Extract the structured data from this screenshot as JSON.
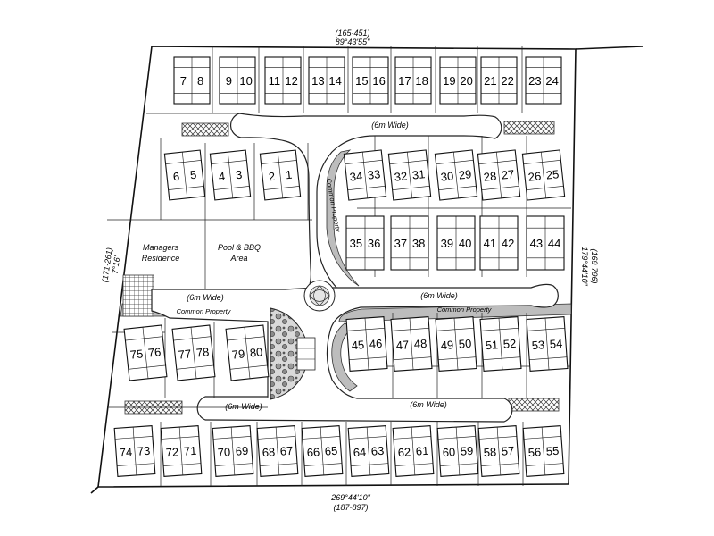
{
  "bearings": {
    "top": "89°43'55\"",
    "top_distance": "(165·451)",
    "bottom": "269°44'10\"",
    "bottom_distance": "(187·897)",
    "left": "7°16'",
    "left_distance": "(171·261)",
    "right": "179°44'10\"",
    "right_distance": "(169·796)"
  },
  "road_labels": {
    "upper": "(6m Wide)",
    "mid_left": "(6m Wide)",
    "mid_right": "(6m Wide)",
    "lower_left": "(6m Wide)",
    "lower_right": "(6m Wide)"
  },
  "areas": {
    "managers_line1": "Managers",
    "managers_line2": "Residence",
    "pool_line1": "Pool & BBQ",
    "pool_line2": "Area",
    "common_property_left": "Common Property",
    "common_property_right": "Common Property",
    "common_property_vertical": "Common Property"
  },
  "units": {
    "top_row": [
      [
        "7",
        "8"
      ],
      [
        "9",
        "10"
      ],
      [
        "11",
        "12"
      ],
      [
        "13",
        "14"
      ],
      [
        "15",
        "16"
      ],
      [
        "17",
        "18"
      ],
      [
        "19",
        "20"
      ],
      [
        "21",
        "22"
      ],
      [
        "23",
        "24"
      ]
    ],
    "upper_left": [
      [
        "6",
        "5"
      ],
      [
        "4",
        "3"
      ],
      [
        "2",
        "1"
      ]
    ],
    "upper_mid_a": [
      [
        "34",
        "33"
      ],
      [
        "32",
        "31"
      ],
      [
        "30",
        "29"
      ],
      [
        "28",
        "27"
      ],
      [
        "26",
        "25"
      ]
    ],
    "upper_mid_b": [
      [
        "35",
        "36"
      ],
      [
        "37",
        "38"
      ],
      [
        "39",
        "40"
      ],
      [
        "41",
        "42"
      ],
      [
        "43",
        "44"
      ]
    ],
    "lower_mid": [
      [
        "45",
        "46"
      ],
      [
        "47",
        "48"
      ],
      [
        "49",
        "50"
      ],
      [
        "51",
        "52"
      ],
      [
        "53",
        "54"
      ]
    ],
    "lower_left": [
      [
        "75",
        "76"
      ],
      [
        "77",
        "78"
      ],
      [
        "79",
        "80"
      ]
    ],
    "bottom_row": [
      [
        "74",
        "73"
      ],
      [
        "72",
        "71"
      ],
      [
        "70",
        "69"
      ],
      [
        "68",
        "67"
      ],
      [
        "66",
        "65"
      ],
      [
        "64",
        "63"
      ],
      [
        "62",
        "61"
      ],
      [
        "60",
        "59"
      ],
      [
        "58",
        "57"
      ],
      [
        "56",
        "55"
      ]
    ]
  }
}
